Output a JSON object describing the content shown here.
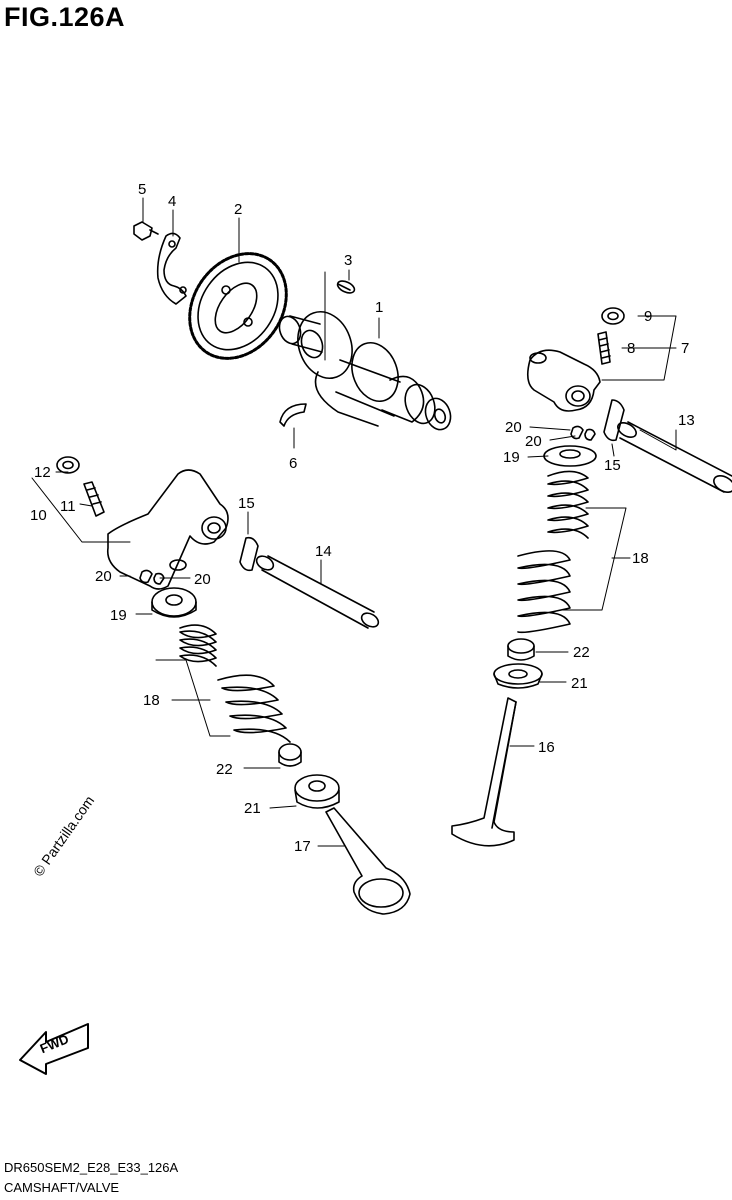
{
  "header": {
    "figure_title": "FIG.126A"
  },
  "footer": {
    "model_code": "DR650SEM2_E28_E33_126A",
    "section_name": "CAMSHAFT/VALVE"
  },
  "watermark": "© Partzilla.com",
  "fwd_arrow": {
    "label": "FWD"
  },
  "callouts": {
    "c1": "1",
    "c2": "2",
    "c3": "3",
    "c4": "4",
    "c5": "5",
    "c6": "6",
    "c7": "7",
    "c8": "8",
    "c9": "9",
    "c10": "10",
    "c11": "11",
    "c12": "12",
    "c13": "13",
    "c14": "14",
    "c15a": "15",
    "c15b": "15",
    "c16": "16",
    "c17": "17",
    "c18a": "18",
    "c18b": "18",
    "c19a": "19",
    "c19b": "19",
    "c20a": "20",
    "c20b": "20",
    "c20c": "20",
    "c20d": "20",
    "c21a": "21",
    "c21b": "21",
    "c22a": "22",
    "c22b": "22"
  }
}
